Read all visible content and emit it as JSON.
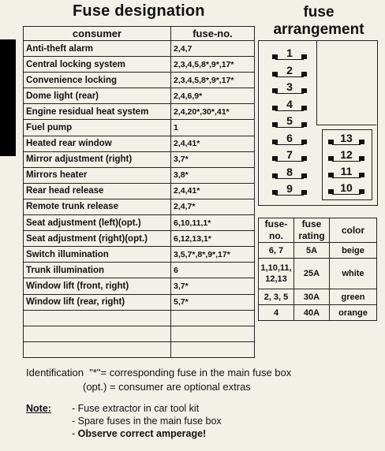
{
  "title_left": "Fuse designation",
  "title_right_line1": "fuse",
  "title_right_line2": "arrangement",
  "consumer_header": "consumer",
  "fuse_header": "fuse-no.",
  "rows": [
    {
      "consumer": "Anti-theft alarm",
      "fuses": "2,4,7"
    },
    {
      "consumer": "Central locking system",
      "fuses": "2,3,4,5,8*,9*,17*"
    },
    {
      "consumer": "Convenience locking",
      "fuses": "2,3,4,5,8*,9*,17*"
    },
    {
      "consumer": "Dome light (rear)",
      "fuses": "2,4,6,9*"
    },
    {
      "consumer": "Engine residual heat system",
      "fuses": "2,4,20*,30*,41*"
    },
    {
      "consumer": "Fuel pump",
      "fuses": "1"
    },
    {
      "consumer": "Heated rear window",
      "fuses": "2,4,41*"
    },
    {
      "consumer": "Mirror adjustment (right)",
      "fuses": "3,7*"
    },
    {
      "consumer": "Mirrors heater",
      "fuses": "3,8*"
    },
    {
      "consumer": "Rear head release",
      "fuses": "2,4,41*"
    },
    {
      "consumer": "Remote trunk release",
      "fuses": "2,4,7*"
    },
    {
      "consumer": "Seat adjustment (left)(opt.)",
      "fuses": "6,10,11,1*"
    },
    {
      "consumer": "Seat adjustment (right)(opt.)",
      "fuses": "6,12,13,1*"
    },
    {
      "consumer": "Switch illumination",
      "fuses": "3,5,7*,8*,9*,17*"
    },
    {
      "consumer": "Trunk illumination",
      "fuses": "6"
    },
    {
      "consumer": "Window lift (front, right)",
      "fuses": "3,7*"
    },
    {
      "consumer": "Window lift (rear, right)",
      "fuses": "5,7*"
    },
    {
      "consumer": "",
      "fuses": ""
    },
    {
      "consumer": "",
      "fuses": ""
    },
    {
      "consumer": "",
      "fuses": ""
    }
  ],
  "arrangement": {
    "left_column": [
      "1",
      "2",
      "3",
      "4",
      "5",
      "6",
      "7",
      "8",
      "9"
    ],
    "right_column": [
      "13",
      "12",
      "11",
      "10"
    ]
  },
  "ratings": {
    "headers": {
      "fuse_no": "fuse-no.",
      "rating": "fuse rating",
      "color": "color"
    },
    "rows": [
      {
        "fuse_no": "6, 7",
        "rating": "5A",
        "color": "beige"
      },
      {
        "fuse_no": "1,10,11, 12,13",
        "rating": "25A",
        "color": "white"
      },
      {
        "fuse_no": "2, 3, 5",
        "rating": "30A",
        "color": "green"
      },
      {
        "fuse_no": "4",
        "rating": "40A",
        "color": "orange"
      }
    ]
  },
  "identification": {
    "label": "Identification",
    "line1": "\"*\"= corresponding fuse in the main fuse box",
    "line2": "(opt.) = consumer are optional extras"
  },
  "note": {
    "label": "Note:",
    "items": [
      "- Fuse extractor in car tool kit",
      "- Spare fuses in the main fuse box"
    ],
    "emphasis_prefix": "- ",
    "emphasis": "Observe correct amperage!"
  }
}
